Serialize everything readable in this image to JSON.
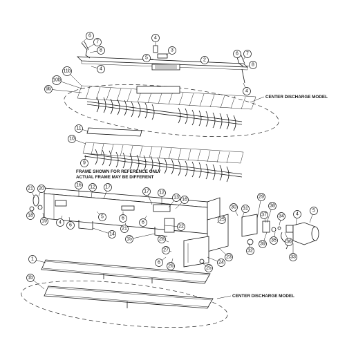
{
  "notes": {
    "frame_ref_line1": "FRAME SHOWN FOR REFERENCE ONLY",
    "frame_ref_line2": "ACTUAL FRAME MAY BE DIFFERENT",
    "center_discharge_top": "CENTER DISCHARGE MODEL",
    "center_discharge_bottom": "CENTER DISCHARGE MODEL"
  },
  "callouts": [
    "6",
    "7",
    "8",
    "4",
    "3",
    "5",
    "2",
    "6",
    "7",
    "8",
    "4",
    "4",
    "11b",
    "10b",
    "9b",
    "11",
    "10",
    "9",
    "21",
    "20",
    "18",
    "19",
    "16",
    "12",
    "17",
    "4",
    "6",
    "5",
    "6",
    "14",
    "17",
    "12",
    "13",
    "16",
    "21",
    "6",
    "22",
    "15",
    "25",
    "24",
    "23",
    "28",
    "27",
    "26",
    "6",
    "25",
    "30",
    "31",
    "29",
    "38",
    "37",
    "32",
    "39",
    "35",
    "36",
    "34",
    "4",
    "5",
    "33",
    "1",
    "1b"
  ]
}
